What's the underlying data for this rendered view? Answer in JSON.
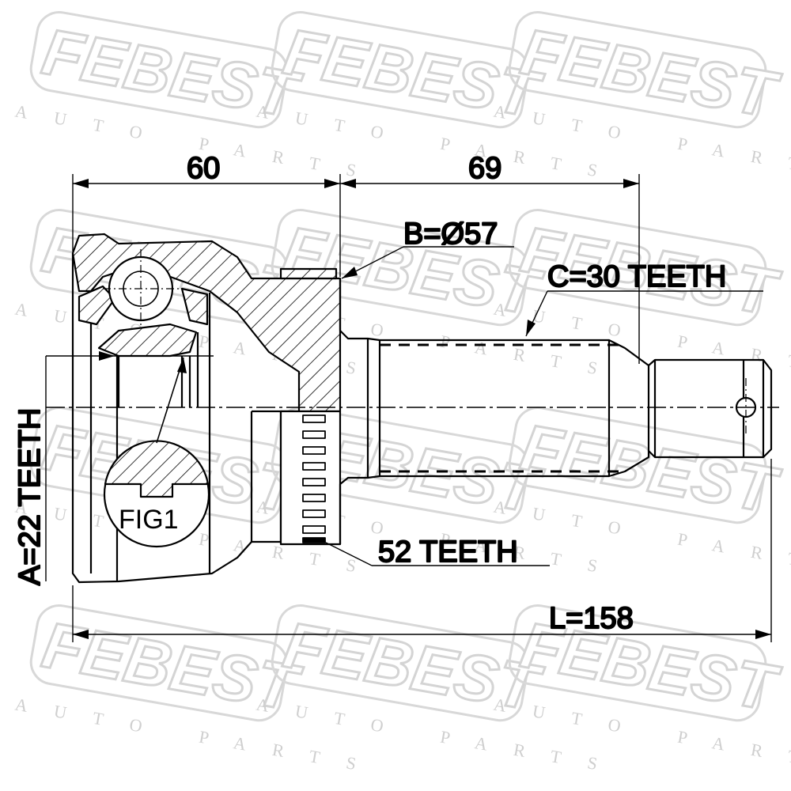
{
  "watermark": {
    "brand": "FEBEST",
    "sub": "AUTO PARTS"
  },
  "dimensions": {
    "outer_width": "60",
    "shaft_length": "69",
    "diameter_b": "B=Ø57",
    "spline_c": "C=30 TEETH",
    "spline_a": "A=22 TEETH",
    "abs_ring": "52 TEETH",
    "total_length": "L=158"
  },
  "figure": {
    "label": "FIG1"
  }
}
